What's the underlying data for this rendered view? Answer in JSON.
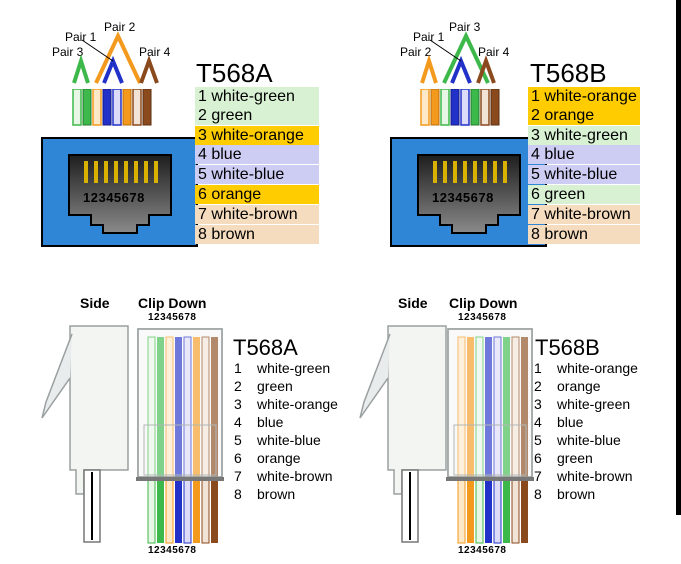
{
  "top": {
    "a": {
      "title": "T568A",
      "pair_labels": [
        "Pair 1",
        "Pair 2",
        "Pair 3",
        "Pair 4"
      ],
      "pins": [
        {
          "label": "1 white-green",
          "bg": "#d8f1d3"
        },
        {
          "label": "2 green",
          "bg": "#d8f1d3"
        },
        {
          "label": "3 white-orange",
          "bg": "#ffcc00"
        },
        {
          "label": "4 blue",
          "bg": "#cdccf3"
        },
        {
          "label": "5 white-blue",
          "bg": "#cdccf3"
        },
        {
          "label": "6 orange",
          "bg": "#ffcc00"
        },
        {
          "label": "7 white-brown",
          "bg": "#f6dcbf"
        },
        {
          "label": "8 brown",
          "bg": "#f6dcbf"
        }
      ],
      "jack_numbers": "12345678"
    },
    "b": {
      "title": "T568B",
      "pair_labels": [
        "Pair 1",
        "Pair 2",
        "Pair 3",
        "Pair 4"
      ],
      "pins": [
        {
          "label": "1 white-orange",
          "bg": "#ffcc00"
        },
        {
          "label": "2 orange",
          "bg": "#ffcc00"
        },
        {
          "label": "3 white-green",
          "bg": "#d8f1d3"
        },
        {
          "label": "4 blue",
          "bg": "#cdccf3"
        },
        {
          "label": "5 white-blue",
          "bg": "#cdccf3"
        },
        {
          "label": "6 green",
          "bg": "#d8f1d3"
        },
        {
          "label": "7 white-brown",
          "bg": "#f6dcbf"
        },
        {
          "label": "8 brown",
          "bg": "#f6dcbf"
        }
      ],
      "jack_numbers": "12345678"
    }
  },
  "bottom": {
    "a": {
      "side_label": "Side",
      "clip_label": "Clip Down",
      "pin_numbers": "12345678",
      "title": "T568A",
      "list": [
        {
          "n": "1",
          "label": "white-green"
        },
        {
          "n": "2",
          "label": "green"
        },
        {
          "n": "3",
          "label": "white-orange"
        },
        {
          "n": "4",
          "label": "blue"
        },
        {
          "n": "5",
          "label": "white-blue"
        },
        {
          "n": "6",
          "label": "orange"
        },
        {
          "n": "7",
          "label": "white-brown"
        },
        {
          "n": "8",
          "label": "brown"
        }
      ]
    },
    "b": {
      "side_label": "Side",
      "clip_label": "Clip Down",
      "pin_numbers": "12345678",
      "title": "T568B",
      "list": [
        {
          "n": "1",
          "label": "white-orange"
        },
        {
          "n": "2",
          "label": "orange"
        },
        {
          "n": "3",
          "label": "white-green"
        },
        {
          "n": "4",
          "label": "blue"
        },
        {
          "n": "5",
          "label": "white-blue"
        },
        {
          "n": "6",
          "label": "green"
        },
        {
          "n": "7",
          "label": "white-brown"
        },
        {
          "n": "8",
          "label": "brown"
        }
      ]
    }
  },
  "colors": {
    "jack_blue": "#2f86d6",
    "wire_green": "#3db84a",
    "wire_orange": "#f39a1e",
    "wire_blue": "#2232c8",
    "wire_brown": "#8a4a1e"
  }
}
